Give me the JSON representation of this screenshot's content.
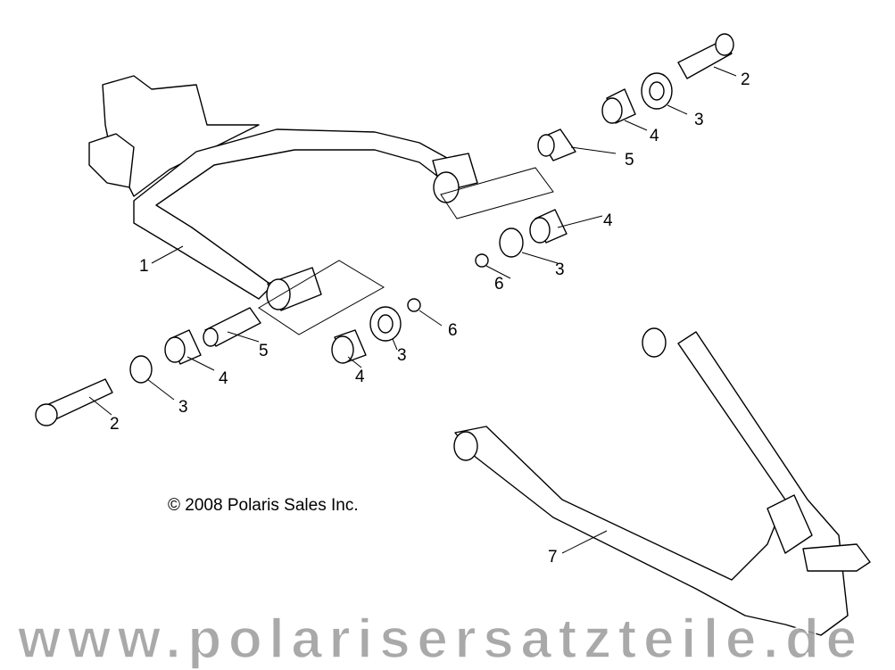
{
  "copyright": "© 2008 Polaris Sales Inc.",
  "watermark": "www.polarisersatzteile.de",
  "callouts": {
    "upper_arm": "1",
    "bolt_right": "2",
    "bolt_left": "2",
    "washer_right": "3",
    "washer_mid_right": "3",
    "washer_mid": "3",
    "washer_left": "3",
    "bushing_right": "4",
    "bushing_mid_right": "4",
    "bushing_mid": "4",
    "bushing_left": "4",
    "sleeve_right": "5",
    "sleeve_left": "5",
    "nut_mid_right": "6",
    "nut_mid": "6",
    "lower_arm": "7"
  },
  "colors": {
    "line": "#000000",
    "watermark": "#9a9a9a",
    "background": "#ffffff"
  }
}
